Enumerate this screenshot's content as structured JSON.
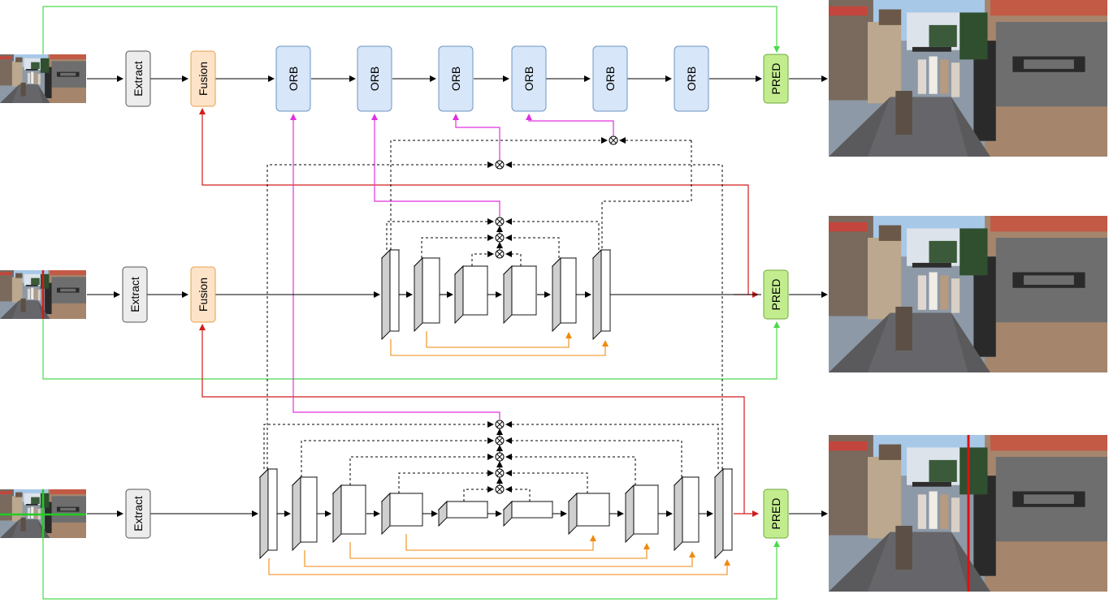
{
  "labels": {
    "extract": "Extract",
    "fusion": "Fusion",
    "orb": "ORB",
    "pred": "PRED"
  },
  "colors": {
    "skip": "#4cd94c",
    "fusion_feedback": "#d11c1c",
    "orb_feedback": "#e031e0",
    "residual": "#f08a10",
    "line": "#000000",
    "extract_fill": "#ececec",
    "fusion_fill": "#fde3c8",
    "fusion_stroke": "#e6a04a",
    "orb_fill": "#d7e6f8",
    "orb_stroke": "#6f95c6",
    "pred_fill": "#c3ec8f",
    "pred_stroke": "#6fa83b"
  },
  "rows": [
    {
      "id": "top",
      "stages": [
        "extract",
        "fusion",
        "orb",
        "orb",
        "orb",
        "orb",
        "orb",
        "orb",
        "pred"
      ]
    },
    {
      "id": "middle",
      "stages": [
        "extract",
        "fusion",
        "encoder-decoder",
        "pred"
      ]
    },
    {
      "id": "bottom",
      "stages": [
        "extract",
        "encoder-decoder",
        "pred"
      ]
    }
  ]
}
